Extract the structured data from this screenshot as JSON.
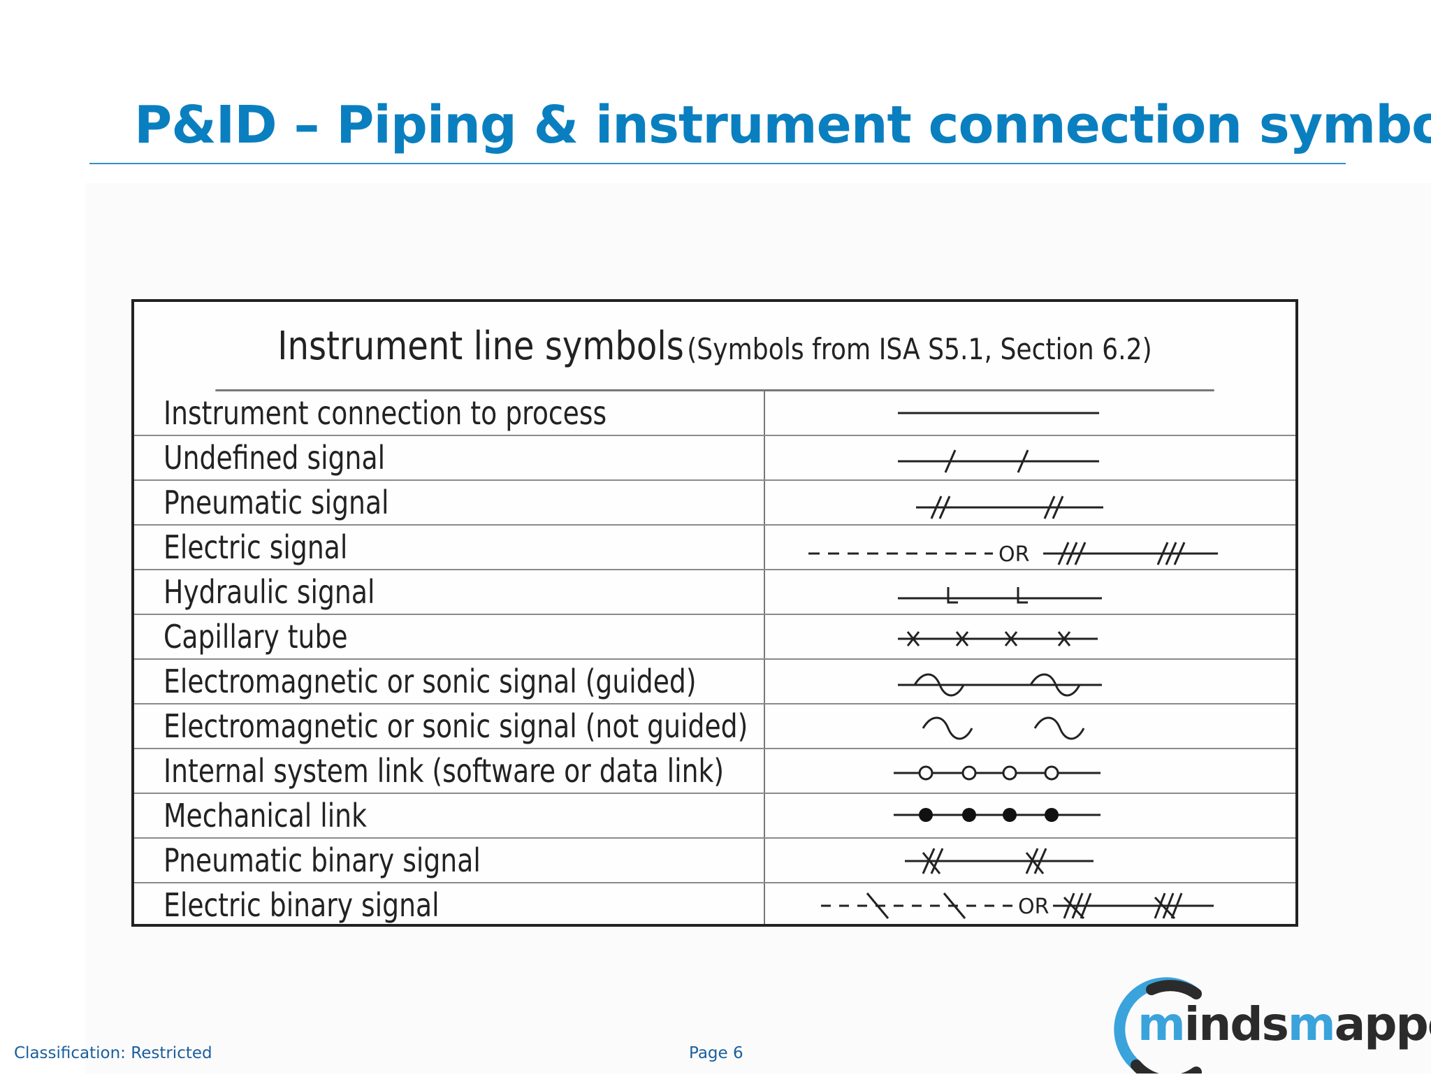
{
  "slide": {
    "title": "P&ID – Piping & instrument  connection symbols",
    "footer_classification": "Classification: Restricted",
    "footer_page": "Page 6",
    "brand_logo_text": "mindsmapped",
    "colors": {
      "title": "#0a7fc0",
      "footer": "#1a5f9c",
      "logo_ring_blue": "#3aa3dc",
      "logo_ring_dark": "#2b2b2b"
    }
  },
  "figure": {
    "heading_main": "Instrument line symbols",
    "heading_sub": "(Symbols from ISA S5.1, Section 6.2)",
    "or_label": "OR",
    "rows": [
      {
        "label": "Instrument connection to process",
        "symbol": "solid-line-icon"
      },
      {
        "label": "Undefined signal",
        "symbol": "single-slash-line-icon"
      },
      {
        "label": "Pneumatic signal",
        "symbol": "double-slash-line-icon"
      },
      {
        "label": "Electric signal",
        "symbol": "dashed-or-triple-slash-line-icon"
      },
      {
        "label": "Hydraulic signal",
        "symbol": "l-mark-line-icon"
      },
      {
        "label": "Capillary tube",
        "symbol": "x-mark-line-icon"
      },
      {
        "label": "Electromagnetic or sonic signal (guided)",
        "symbol": "wave-line-icon"
      },
      {
        "label": "Electromagnetic or sonic signal (not guided)",
        "symbol": "wave-icon"
      },
      {
        "label": "Internal system link (software or data link)",
        "symbol": "open-circle-line-icon"
      },
      {
        "label": "Mechanical link",
        "symbol": "filled-dot-line-icon"
      },
      {
        "label": "Pneumatic binary signal",
        "symbol": "double-slash-x-line-icon"
      },
      {
        "label": "Electric binary signal",
        "symbol": "dashed-backslash-or-triple-slash-x-line-icon"
      }
    ]
  }
}
